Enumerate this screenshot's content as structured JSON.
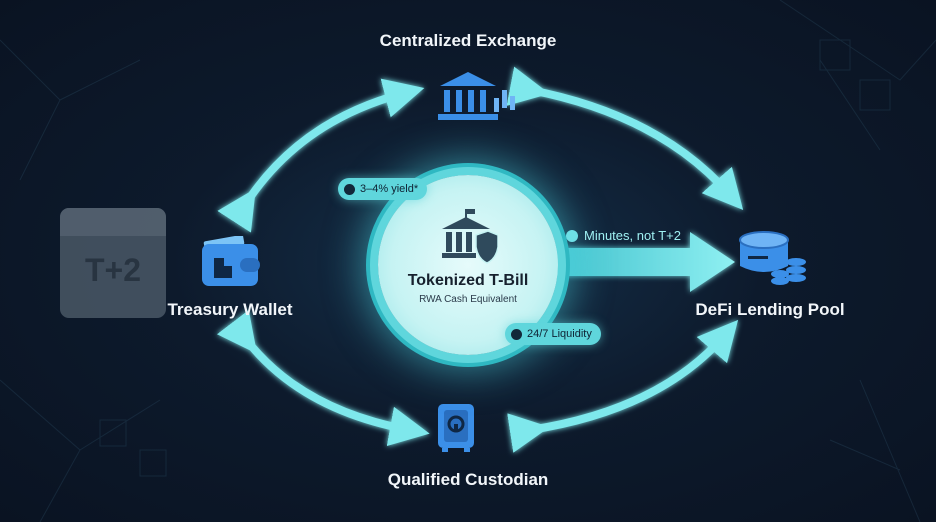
{
  "nodes": {
    "exchange": "Centralized Exchange",
    "wallet": "Treasury Wallet",
    "pool": "DeFi Lending Pool",
    "custodian": "Qualified Custodian"
  },
  "center": {
    "title": "Tokenized T-Bill",
    "subtitle": "RWA Cash Equivalent"
  },
  "tags": {
    "yield": "3–4% yield*",
    "speed": "Minutes, not T+2",
    "liquidity": "24/7 Liquidity"
  },
  "calendar": {
    "text": "T+2"
  },
  "colors": {
    "accent": "#5fd6dc",
    "icon": "#3b8fe8",
    "background": "#0d1a2c"
  }
}
